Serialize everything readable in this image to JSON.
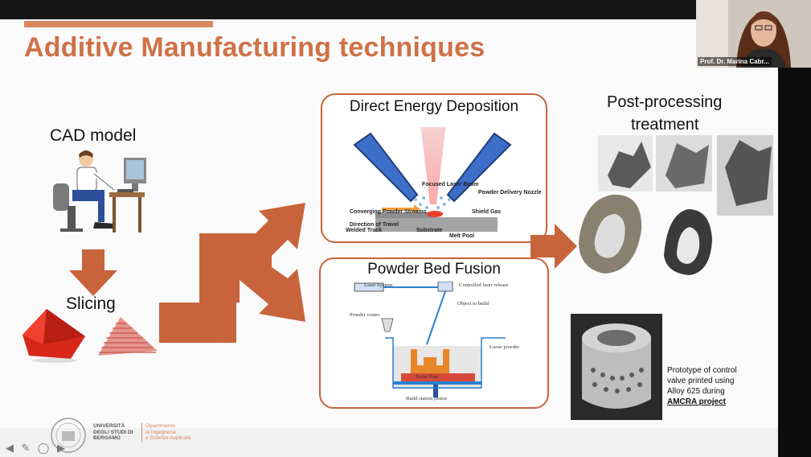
{
  "slide": {
    "title": "Additive Manufacturing techniques",
    "cad_label": "CAD model",
    "slicing_label": "Slicing",
    "ded": {
      "title": "Direct Energy Deposition",
      "labels": {
        "focused_laser": "Focused Laser Beam",
        "powder_nozzle": "Powder Delivery Nozzle",
        "converging": "Converging Powder Streams",
        "shield_gas": "Shield Gas",
        "direction": "Direction of Travel",
        "melt_pool": "Melt Pool",
        "welded_track": "Welded Track",
        "substrate": "Substrate"
      }
    },
    "pbf": {
      "title": "Powder Bed Fusion",
      "labels": {
        "laser_system": "Laser System",
        "controlled_laser": "Controlled laser release",
        "object": "Object to build",
        "powder_coater": "Powder coater",
        "loose_powder": "Loose powder",
        "build_plate": "Build Plate",
        "build_station": "Build station piston"
      }
    },
    "post": {
      "line1": "Post-processing",
      "line2": "treatment"
    },
    "caption": {
      "line1": "Prototype of control",
      "line2": "valve printed using",
      "line3": "Alloy 625 during",
      "link": "AMCRA project"
    },
    "footer": {
      "uni": "UNIVERSITÀ DEGLI STUDI DI BERGAMO",
      "dept_line1": "Dipartimento",
      "dept_line2": "di Ingegneria",
      "dept_line3": "e Scienze Applicate"
    }
  },
  "webcam": {
    "name": "Prof. Dr. Marina Cabr..."
  },
  "colors": {
    "accent": "#cf7147",
    "arrow": "#c8643c",
    "panel_border": "#c8633c"
  },
  "icons": [
    "back-arrow-icon",
    "pen-icon",
    "zoom-icon",
    "forward-arrow-icon"
  ]
}
